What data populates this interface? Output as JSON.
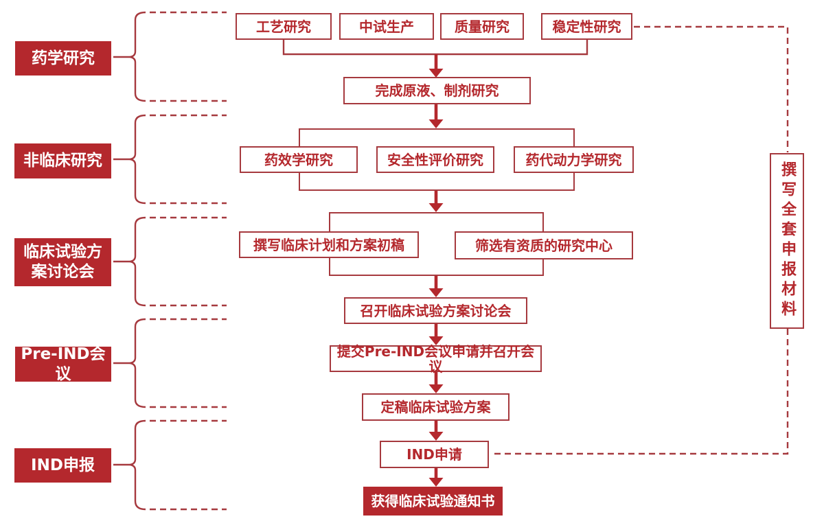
{
  "palette": {
    "primary_red": "#B4282D",
    "line_red": "#A6393E",
    "white": "#FFFFFF"
  },
  "stages": [
    {
      "id": "pharmacy",
      "label": "药学研究"
    },
    {
      "id": "nonclinical",
      "label": "非临床研究"
    },
    {
      "id": "protocol-meeting",
      "label": "临床试验方案讨论会"
    },
    {
      "id": "pre-ind-meeting",
      "label": "Pre-IND会议"
    },
    {
      "id": "ind-filing",
      "label": "IND申报"
    }
  ],
  "nodes": {
    "process_research": "工艺研究",
    "pilot_production": "中试生产",
    "quality_research": "质量研究",
    "stability_research": "稳定性研究",
    "complete_ds_dp": "完成原液、制剂研究",
    "pharmacodynamics": "药效学研究",
    "safety_evaluation": "安全性评价研究",
    "pharmacokinetics": "药代动力学研究",
    "draft_clinical_plan": "撰写临床计划和方案初稿",
    "screen_sites": "筛选有资质的研究中心",
    "hold_protocol_meeting": "召开临床试验方案讨论会",
    "submit_preind": "提交Pre-IND会议申请并召开会议",
    "finalize_protocol": "定稿临床试验方案",
    "ind_application": "IND申请",
    "obtain_notification": "获得临床试验通知书",
    "write_dossier": "撰写全套申报材料"
  }
}
